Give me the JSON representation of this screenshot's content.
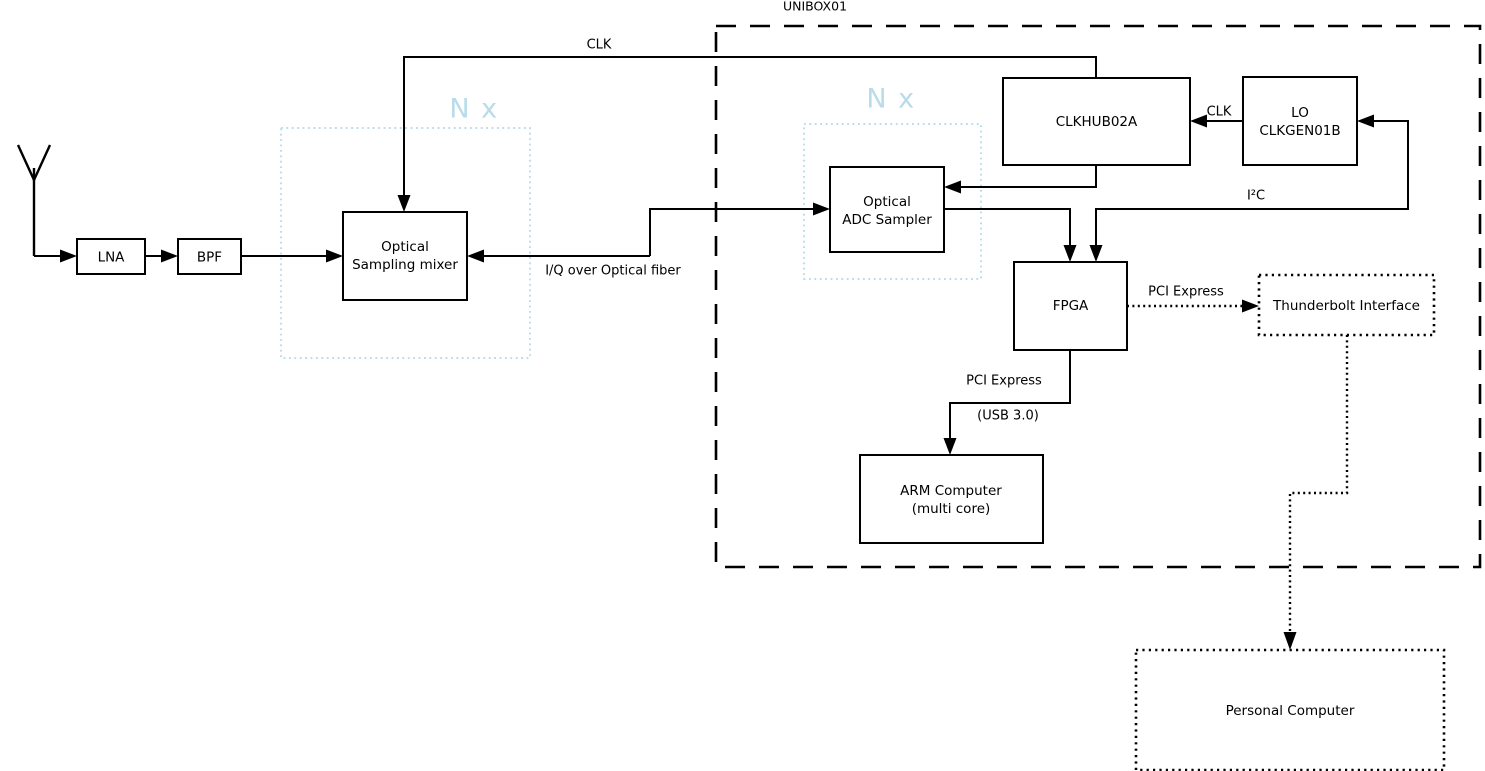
{
  "diagram": {
    "title_label": "UNIBOX01",
    "colors": {
      "line": "#000000",
      "group_accent": "#b8dcea",
      "background": "#ffffff"
    },
    "groups": [
      {
        "id": "nx-left",
        "label": "N x"
      },
      {
        "id": "nx-right",
        "label": "N x"
      }
    ],
    "blocks": {
      "lna": {
        "label": "LNA"
      },
      "bpf": {
        "label": "BPF"
      },
      "mixer": {
        "line1": "Optical",
        "line2": "Sampling mixer"
      },
      "adc": {
        "line1": "Optical",
        "line2": "ADC Sampler"
      },
      "clkhub": {
        "label": "CLKHUB02A"
      },
      "lo": {
        "line1": "LO",
        "line2": "CLKGEN01B"
      },
      "fpga": {
        "label": "FPGA"
      },
      "arm": {
        "line1": "ARM Computer",
        "line2": "(multi core)"
      },
      "thunderbolt": {
        "label": "Thunderbolt Interface"
      },
      "pc": {
        "label": "Personal Computer"
      }
    },
    "edge_labels": {
      "clk_top": "CLK",
      "clk_lo": "CLK",
      "iq_fiber": "I/Q over Optical fiber",
      "i2c": "I²C",
      "pcie_tb": "PCI Express",
      "pcie_arm": "PCI Express",
      "usb3": "(USB 3.0)"
    }
  }
}
